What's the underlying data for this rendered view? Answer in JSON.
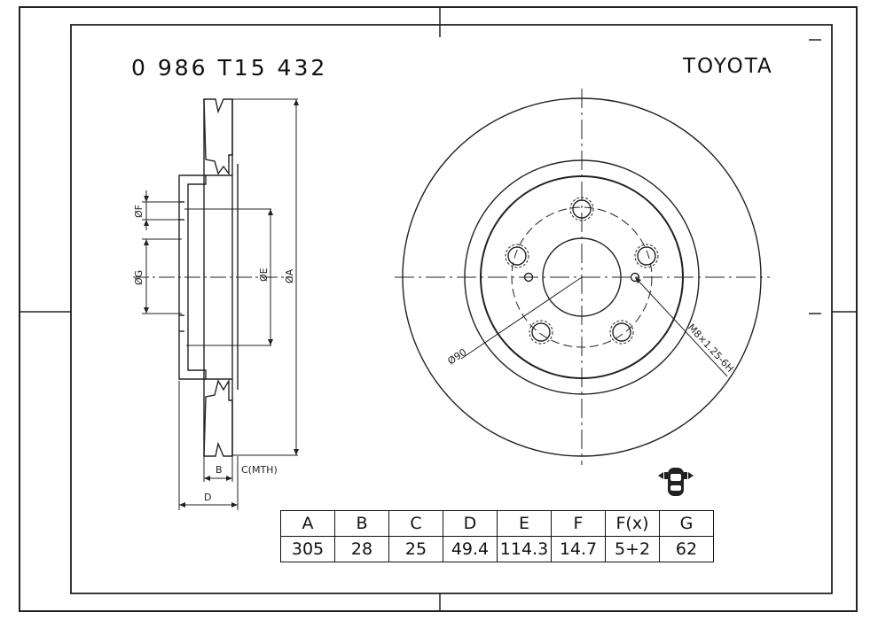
{
  "title_block": {
    "part_number": "0 986 T15 432",
    "brand": "TOYOTA"
  },
  "side_view_labels": {
    "dia_f": "ØF",
    "dia_g": "ØG",
    "dia_e": "ØE",
    "dia_a": "ØA",
    "dim_b": "B",
    "dim_c": "C(MTH)",
    "dim_d": "D"
  },
  "front_view_labels": {
    "bore_dia": "Ø90",
    "thread": "M8×1.25-6H"
  },
  "dimension_table": {
    "headers": [
      "A",
      "B",
      "C",
      "D",
      "E",
      "F",
      "F(x)",
      "G"
    ],
    "values": [
      "305",
      "28",
      "25",
      "49.4",
      "114.3",
      "14.7",
      "5+2",
      "62"
    ]
  },
  "icon": "car-front-axle-icon"
}
